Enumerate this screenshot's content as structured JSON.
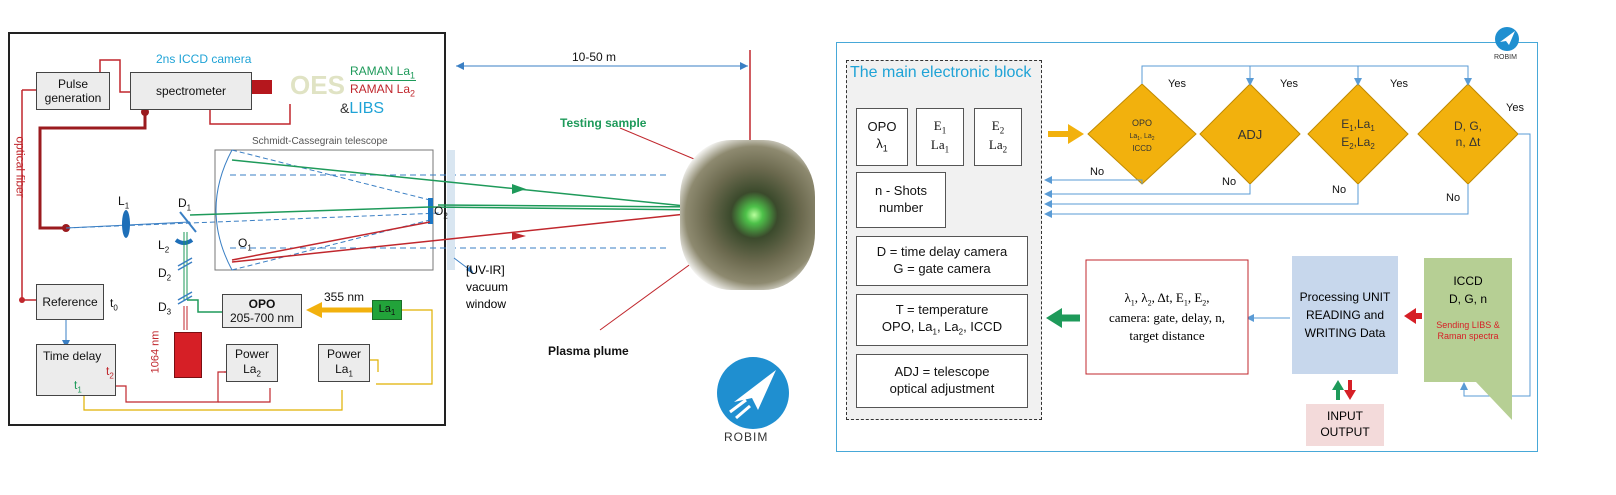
{
  "left": {
    "pulse_generation": "Pulse generation",
    "spectrometer": "spectrometer",
    "camera": "2ns ICCD camera",
    "oes": "OES",
    "raman_la1": "RAMAN La",
    "raman_la2": "RAMAN La",
    "amp": "&",
    "libs": "LIBS",
    "optical_fiber": "optical fiber",
    "telescope": "Schmidt-Cassegrain telescope",
    "l1": "L",
    "d1": "D",
    "l2": "L",
    "d2": "D",
    "d3": "D",
    "o1": "O",
    "o2": "O",
    "sub1": "1",
    "sub2": "2",
    "sub3": "3",
    "sub0": "0",
    "reference": "Reference",
    "t0": "t",
    "time_delay": "Time delay",
    "t1": "t",
    "t2": "t",
    "opo": "OPO",
    "opo_range": "205-700 nm",
    "nm355": "355 nm",
    "la1": "La",
    "nm1064": "1064 nm",
    "power_la2": "Power La",
    "power_la1": "Power La",
    "vacuum_window": [
      "[UV-IR]",
      "vacuum",
      "window"
    ]
  },
  "middle": {
    "distance": "10-50 m",
    "testing_sample": "Testing sample",
    "plasma_plume": "Plasma plume",
    "logo_text": "ROBIM"
  },
  "right": {
    "logo_text": "ROBIM",
    "block_title": "The main electronic block",
    "opo": "OPO",
    "lambda1": "λ",
    "e1": "E",
    "la1": "La",
    "e2": "E",
    "la2": "La",
    "shots": [
      "n - Shots",
      "number"
    ],
    "delay_gate": [
      "D = time delay camera",
      "G = gate camera"
    ],
    "temperature": [
      "T = temperature",
      "OPO, La",
      ", La",
      ", ICCD"
    ],
    "adj_desc": [
      "ADJ = telescope",
      "optical adjustment"
    ],
    "d1_opo": "OPO",
    "d1_la": "La",
    "d1_iccd": "ICCD",
    "d2": "ADJ",
    "d3_a": "E",
    "d3_b": "E",
    "d4": [
      "D, G,",
      "n, Δt"
    ],
    "yes": "Yes",
    "no": "No",
    "params": [
      "λ",
      ", λ",
      ", Δt, E",
      ", E",
      ",",
      "camera: gate, delay, n,",
      "target distance"
    ],
    "processing": [
      "Processing UNIT",
      "READING and",
      "WRITING Data"
    ],
    "iccd": [
      "ICCD",
      "D, G, n"
    ],
    "sending": [
      "Sending LIBS &",
      "Raman spectra"
    ],
    "io": [
      "INPUT",
      "OUTPUT"
    ]
  },
  "colors": {
    "red": "#c0272d",
    "green": "#1e9a5a",
    "yellow": "#e0b000",
    "blue": "#3a7fc4",
    "diamond": "#f2b10d",
    "teal": "#1fa3d6"
  }
}
